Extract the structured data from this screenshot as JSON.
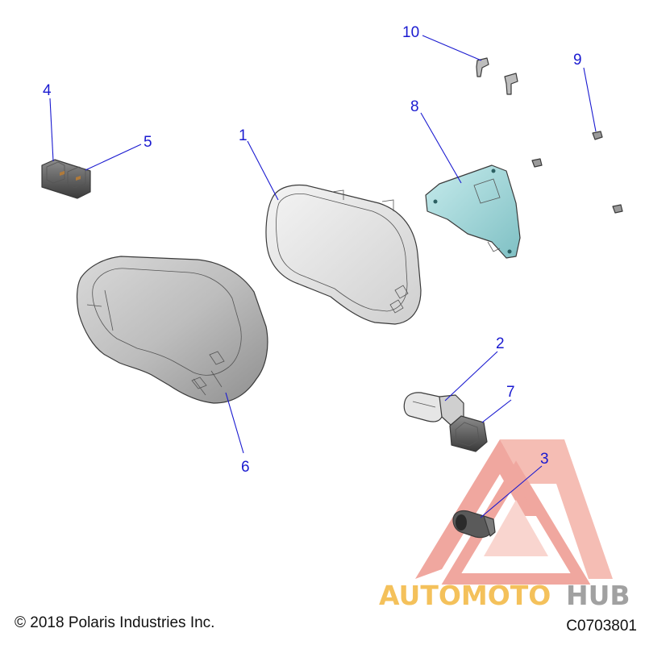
{
  "callouts": [
    {
      "id": "1",
      "label": "1"
    },
    {
      "id": "2",
      "label": "2"
    },
    {
      "id": "3",
      "label": "3"
    },
    {
      "id": "4",
      "label": "4"
    },
    {
      "id": "5",
      "label": "5"
    },
    {
      "id": "6",
      "label": "6"
    },
    {
      "id": "7",
      "label": "7"
    },
    {
      "id": "8",
      "label": "8"
    },
    {
      "id": "9",
      "label": "9"
    },
    {
      "id": "10",
      "label": "10"
    }
  ],
  "copyright": "© 2018 Polaris Industries Inc.",
  "diagram_code": "C0703801",
  "watermark": {
    "part1": "AUTOMOTO",
    "part2": "HUB",
    "color_primary": "#f2b233",
    "color_secondary": "#e76a4a",
    "color_tertiary": "#8a8a8a"
  },
  "colors": {
    "callout": "#1a1ad0",
    "bracket": "#9fd6d8"
  }
}
